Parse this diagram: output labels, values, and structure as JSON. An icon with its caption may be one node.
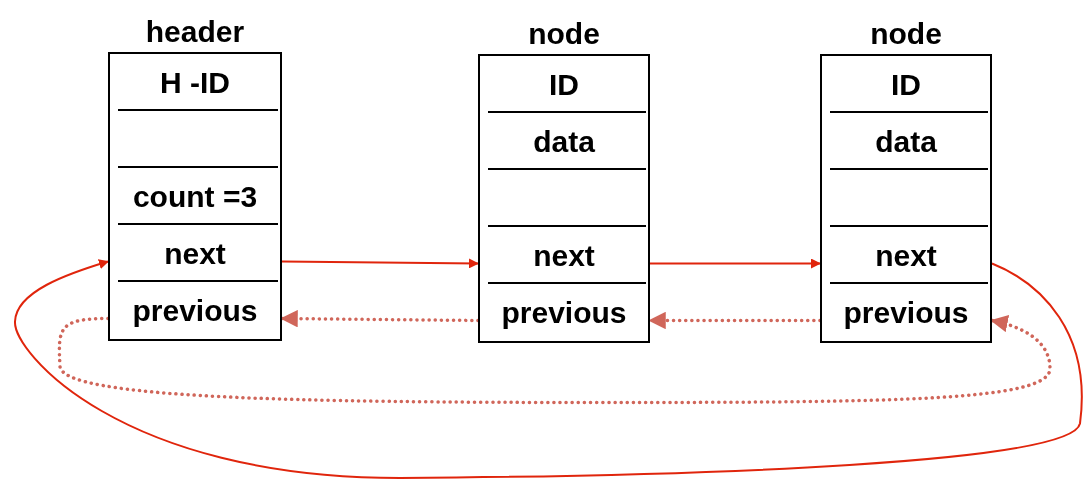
{
  "diagram": {
    "nodes": [
      {
        "text": [
          "header"
        ]
      },
      {
        "text": [
          "H -ID"
        ],
        "in": 0
      },
      {
        "text": [],
        "shape": "box",
        "in": 0
      },
      {
        "text": [
          "count =3"
        ],
        "in": 0
      },
      {
        "text": [
          "next"
        ],
        "in": 0
      },
      {
        "text": [
          "previous"
        ],
        "in": 0
      },
      {
        "text": [
          "node"
        ]
      },
      {
        "text": [
          "ID"
        ],
        "in": 6
      },
      {
        "text": [
          "data"
        ],
        "in": 6
      },
      {
        "text": [],
        "shape": "box",
        "in": 6
      },
      {
        "text": [
          "next"
        ],
        "in": 6
      },
      {
        "text": [
          "previous"
        ],
        "in": 6
      },
      {
        "text": [
          "node"
        ]
      },
      {
        "text": [
          "ID"
        ],
        "in": 12
      },
      {
        "text": [
          "data"
        ],
        "in": 12
      },
      {
        "text": [],
        "shape": "box",
        "in": 12
      },
      {
        "text": [
          "next"
        ],
        "in": 12
      },
      {
        "text": [
          "previous"
        ],
        "in": 12
      }
    ],
    "edges": [
      {
        "from": 4,
        "to": 10,
        "arrow": "to"
      },
      {
        "from": 10,
        "to": 16,
        "arrow": "to"
      },
      {
        "from": 11,
        "to": 5,
        "arrow": "to",
        "style": "dashed",
        "color": "#d0665a"
      },
      {
        "from": 17,
        "to": 11,
        "arrow": "to",
        "style": "dashed",
        "color": "#d0665a"
      },
      {
        "from": 5,
        "to": 17,
        "arrow": "to",
        "style": "dashed",
        "color": "#d0665a"
      },
      {
        "from": 16,
        "to": 4,
        "arrow": "to"
      }
    ]
  }
}
